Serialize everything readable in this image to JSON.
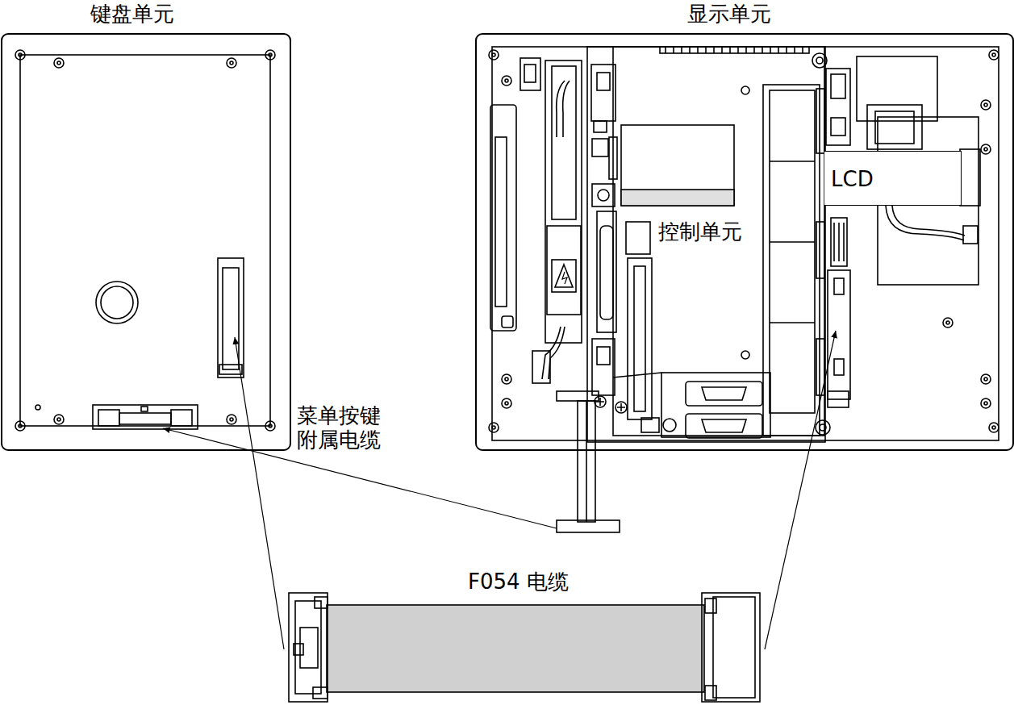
{
  "diagram": {
    "nodes": [
      {
        "text": [
          "键盘单元"
        ]
      },
      {
        "text": [
          "显示单元"
        ]
      },
      {
        "text": [
          "LCD"
        ],
        "in": 1
      }
    ],
    "labels": [
      "控制单元",
      "菜单按键 附属电缆",
      "F054 电缆"
    ]
  }
}
